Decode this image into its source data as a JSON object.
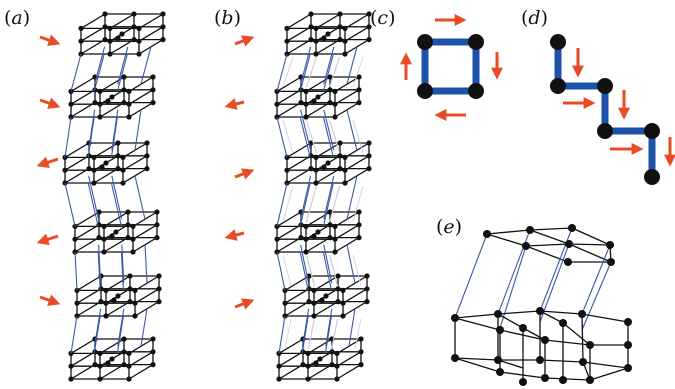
{
  "panels": [
    {
      "id": "a",
      "label": "a"
    },
    {
      "id": "b",
      "label": "b"
    },
    {
      "id": "c",
      "label": "c"
    },
    {
      "id": "d",
      "label": "d"
    },
    {
      "id": "e",
      "label": "e"
    }
  ],
  "colors": {
    "arrow": "#e84b25",
    "bond": "#1d52a8",
    "interlayer_link": "#3a5aa8",
    "atom": "#111111"
  },
  "panel_a": {
    "layers": 6,
    "arrow_directions": [
      "right",
      "right",
      "left",
      "left",
      "right"
    ]
  },
  "panel_b": {
    "layers": 6,
    "arrow_directions": [
      "right",
      "left",
      "right",
      "left",
      "right"
    ]
  },
  "panel_c": {
    "arrow_directions": [
      "right",
      "down",
      "left",
      "up"
    ]
  },
  "panel_d": {
    "arrow_directions": [
      "down",
      "right",
      "down",
      "right",
      "down"
    ]
  }
}
